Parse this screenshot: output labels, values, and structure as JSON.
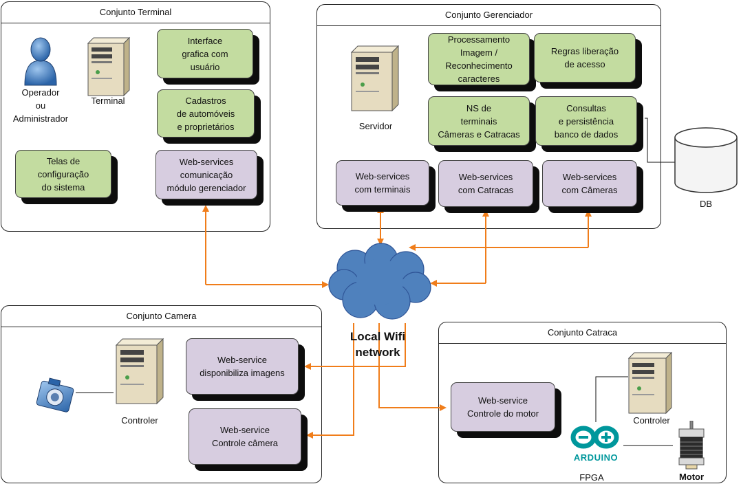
{
  "groups": {
    "terminal": "Conjunto Terminal",
    "gerenciador": "Conjunto Gerenciador",
    "camera": "Conjunto Camera",
    "catraca": "Conjunto Catraca"
  },
  "terminal": {
    "operator_label": "Operador\nou\nAdministrador",
    "terminal_label": "Terminal",
    "box_interface": "Interface\ngrafica com\nusuário",
    "box_cadastros": "Cadastros\nde automóveis\ne proprietários",
    "box_telas": "Telas de\nconfiguração\ndo sistema",
    "box_webservices": "Web-services\ncomunicação\nmódulo gerenciador"
  },
  "gerenciador": {
    "server_label": "Servidor",
    "box_processamento": "Processamento\nImagem /\nReconhecimento\ncaracteres",
    "box_regras": "Regras liberação\nde acesso",
    "box_ns": "NS de\nterminais\nCâmeras e Catracas",
    "box_consultas": "Consultas\ne persistência\nbanco de dados",
    "box_ws_terminais": "Web-services\ncom terminais",
    "box_ws_catracas": "Web-services\ncom Catracas",
    "box_ws_cameras": "Web-services\ncom Câmeras"
  },
  "db_label": "DB",
  "network_label": "Local Wifi\nnetwork",
  "camera": {
    "controller_label": "Controler",
    "box_imagens": "Web-service\ndisponibiliza imagens",
    "box_controle_camera": "Web-service\nControle câmera"
  },
  "catraca": {
    "controller_label": "Controler",
    "box_motor": "Web-service\nControle do motor",
    "arduino_text": "ARDUINO",
    "fpga_label": "FPGA",
    "motor_label": "Motor"
  },
  "colors": {
    "green_box": "#c3dca0",
    "purple_box": "#d7cde0",
    "arrow": "#f07d1a",
    "cloud": "#4f81bd",
    "arduino": "#00979c"
  }
}
